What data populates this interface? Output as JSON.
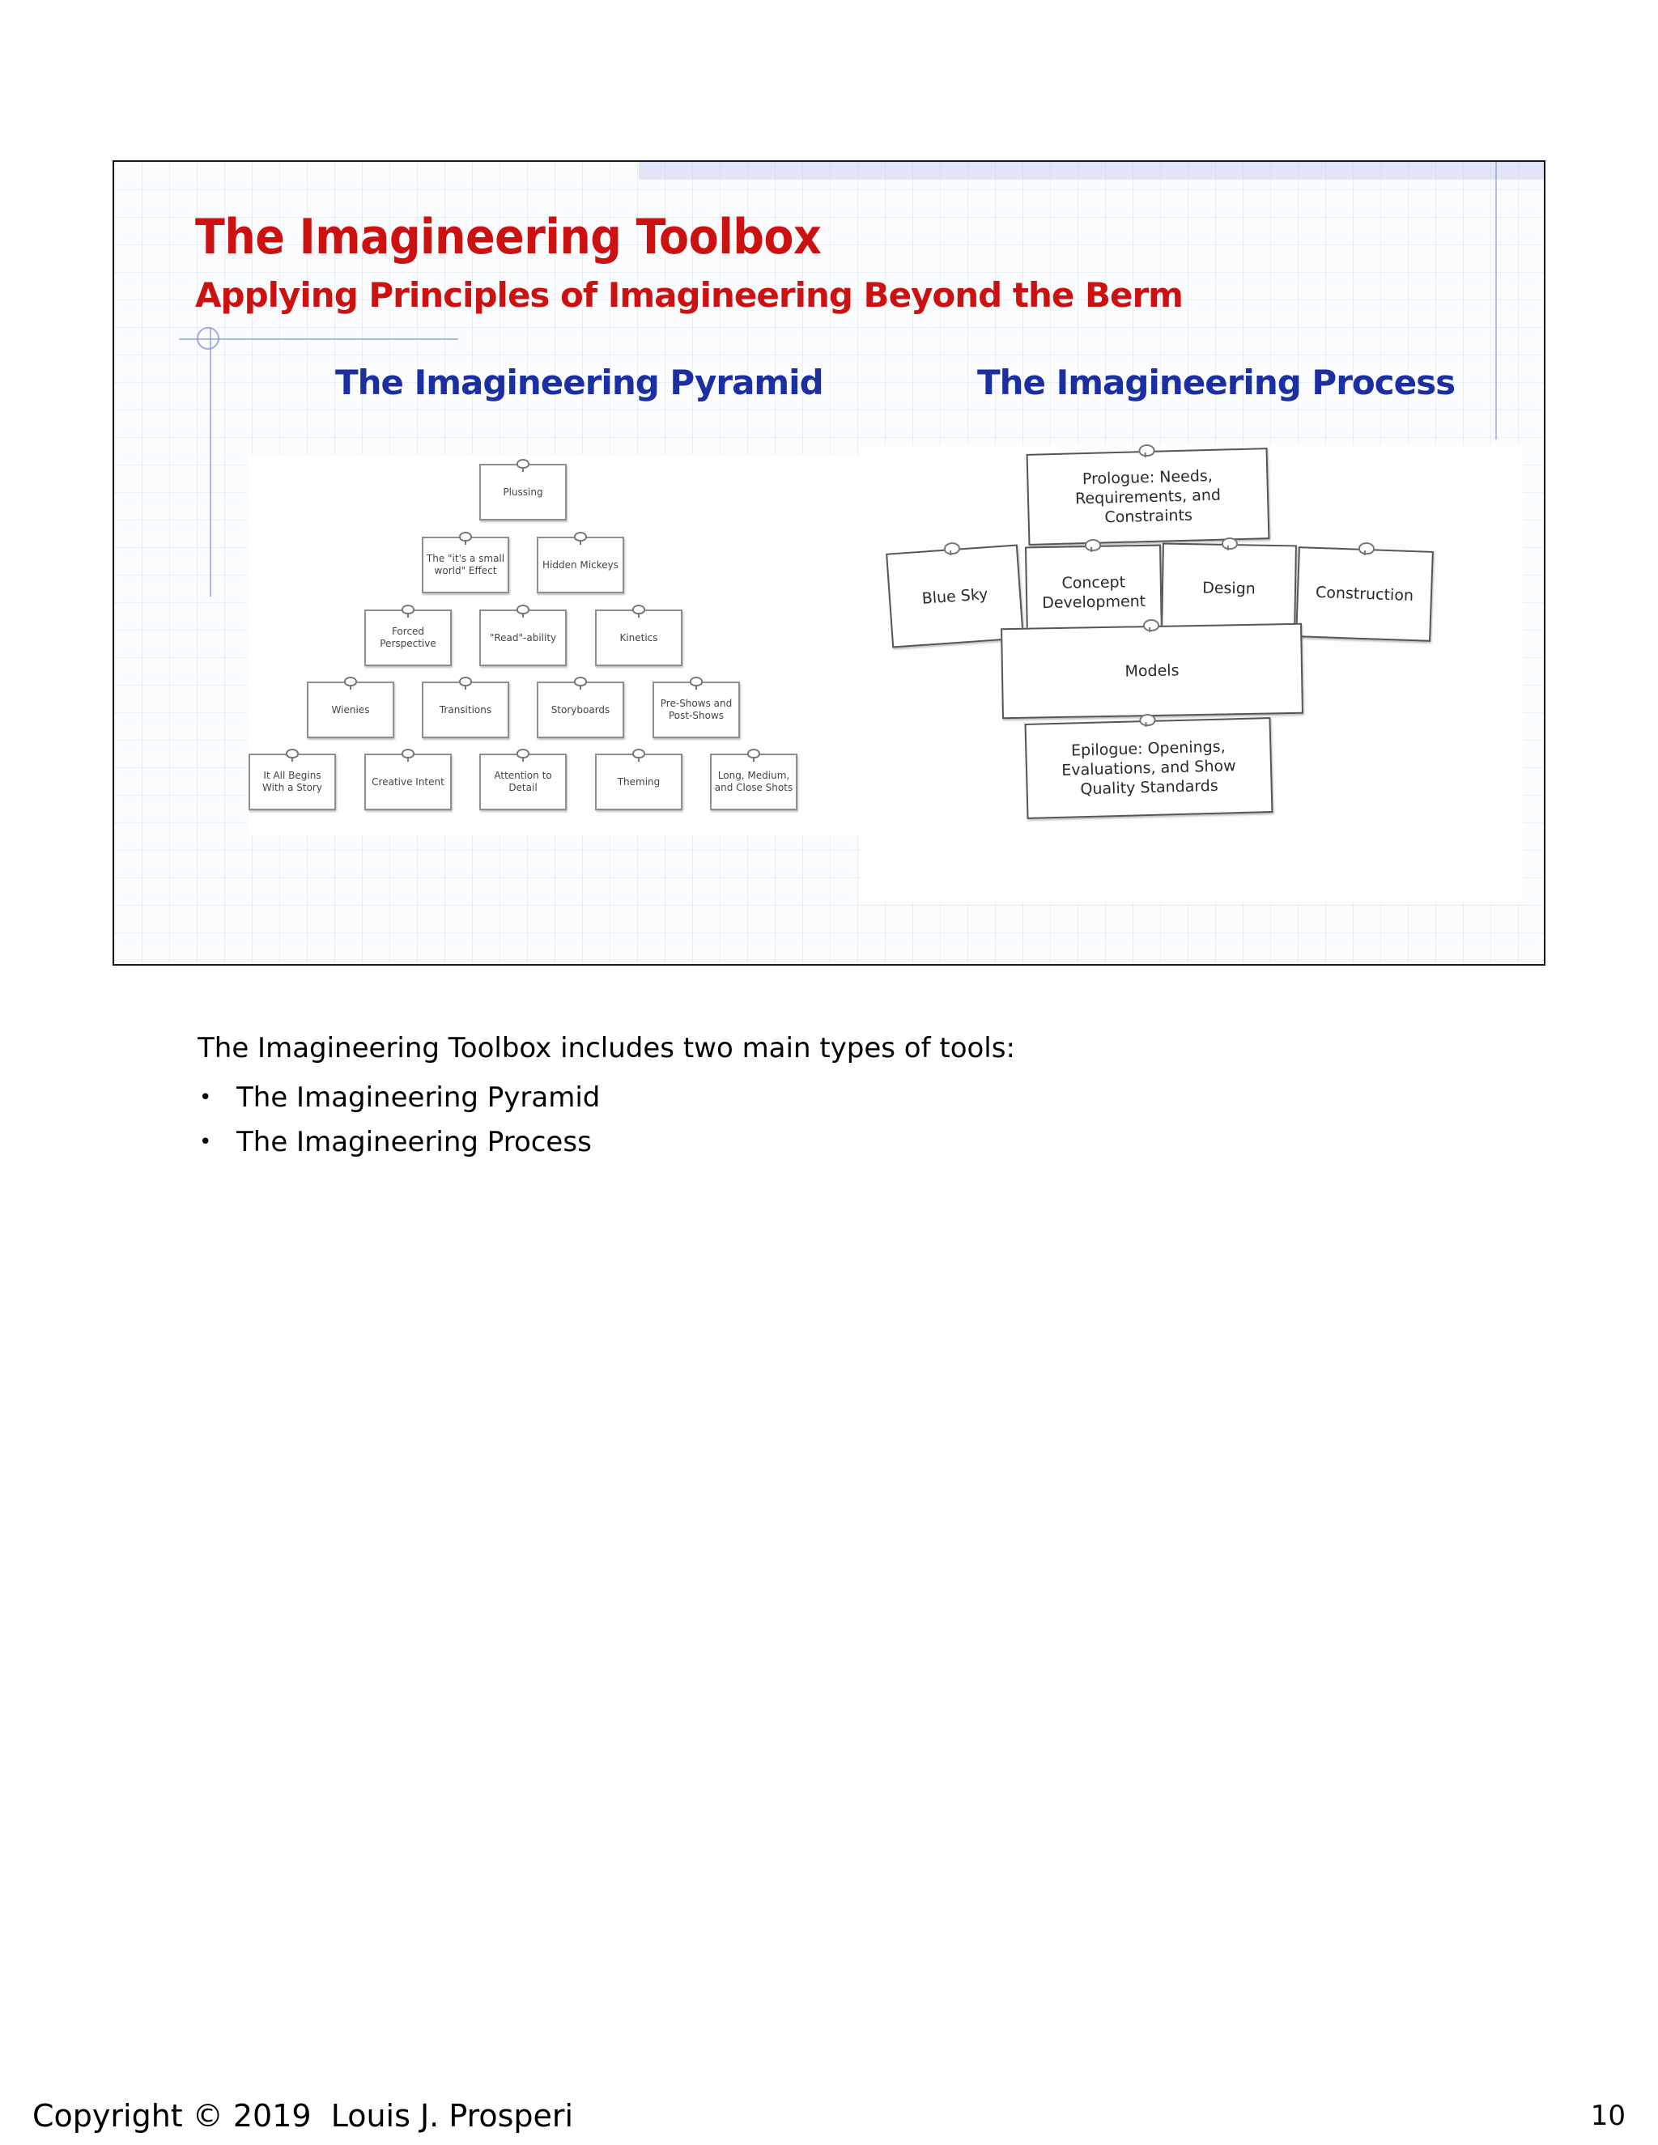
{
  "slide": {
    "title": "The Imagineering Toolbox",
    "subtitle": "Applying Principles of Imagineering Beyond the Berm",
    "pyramid": {
      "heading": "The Imagineering Pyramid",
      "row1": [
        "Plussing"
      ],
      "row2": [
        "The \"it's a small world\" Effect",
        "Hidden Mickeys"
      ],
      "row3": [
        "Forced Perspective",
        "\"Read\"-ability",
        "Kinetics"
      ],
      "row4": [
        "Wienies",
        "Transitions",
        "Storyboards",
        "Pre-Shows and Post-Shows"
      ],
      "row5": [
        "It All Begins With a Story",
        "Creative Intent",
        "Attention to Detail",
        "Theming",
        "Long, Medium, and Close Shots"
      ]
    },
    "process": {
      "heading": "The Imagineering Process",
      "prologue": "Prologue: Needs, Requirements, and Constraints",
      "blue_sky": "Blue Sky",
      "concept": "Concept Development",
      "design": "Design",
      "construction": "Construction",
      "models": "Models",
      "epilogue": "Epilogue: Openings, Evaluations, and Show Quality Standards"
    }
  },
  "body": {
    "intro": "The Imagineering Toolbox includes two main types of tools:",
    "bullet_symbol": "•",
    "bullets": [
      "The Imagineering Pyramid",
      "The Imagineering Process"
    ]
  },
  "footer": {
    "copyright": "Copyright © 2019  Louis J. Prosperi",
    "page_number": "10"
  },
  "colors": {
    "title_red": "#cc1111",
    "heading_blue": "#1c2fa0"
  }
}
